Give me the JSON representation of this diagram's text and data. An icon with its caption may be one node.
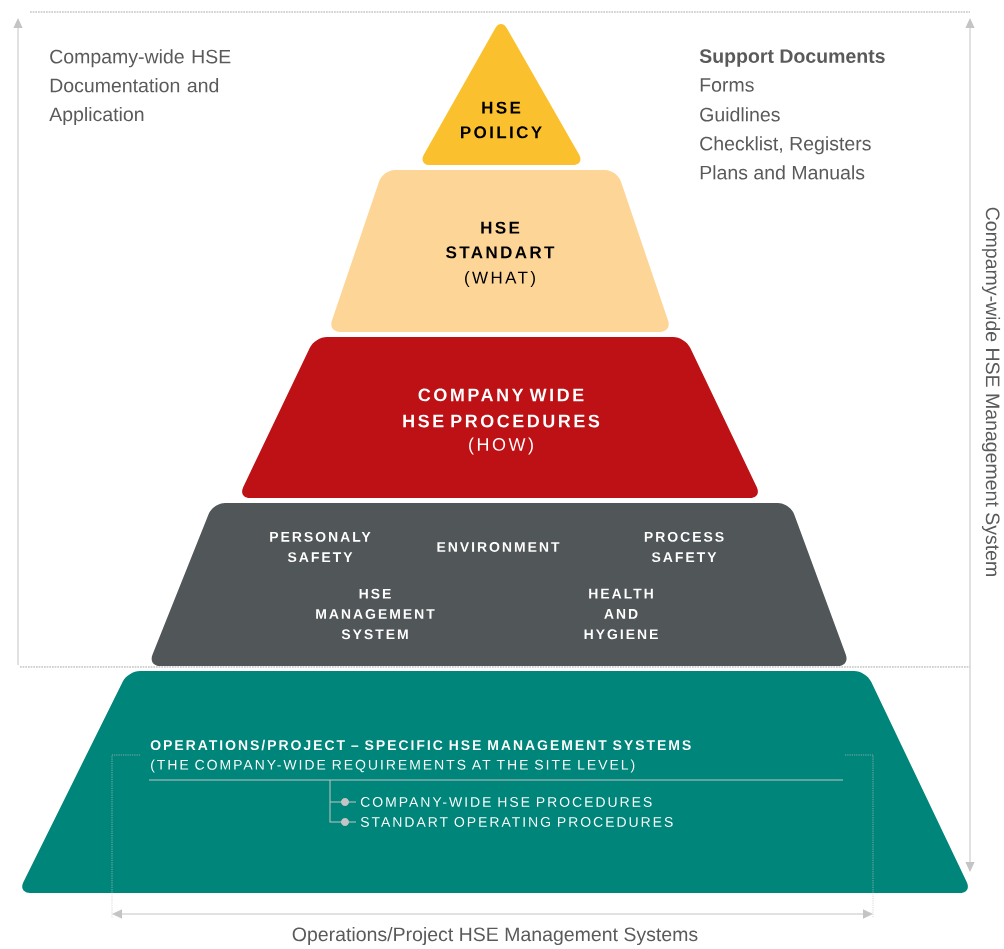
{
  "diagram": {
    "nodes": [
      {
        "text": [
          "HSE POILICY"
        ]
      },
      {
        "text": [
          "HSE STANDART",
          "(WHAT)"
        ]
      },
      {
        "text": [
          "COMPANY WIDE HSE PROCEDURES",
          "(HOW)"
        ]
      },
      {
        "text": [
          "PERSONALY SAFETY",
          "ENVIRONMENT",
          "PROCESS SAFETY",
          "HSE MANAGEMENT SYSTEM",
          "HEALTH AND HYGIENE"
        ]
      },
      {
        "text": [
          "OPERATIONS/PROJECT – SPECIFIC HSE MANAGEMENT SYSTEMS",
          "(THE COMPANY-WIDE REQUIREMENTS AT THE SITE LEVEL)",
          "COMPANY-WIDE HSE PROCEDURES",
          "STANDART OPERATING PROCEDURES"
        ]
      }
    ],
    "labels": [
      "Compamy-wide HSE Documentation and Application",
      "Support Documents",
      "Forms",
      "Guidlines",
      "Checklist, Registers",
      "Plans and Manuals",
      "Compamy-wide HSE Management System",
      "Operations/Project HSE Management Systems"
    ]
  }
}
